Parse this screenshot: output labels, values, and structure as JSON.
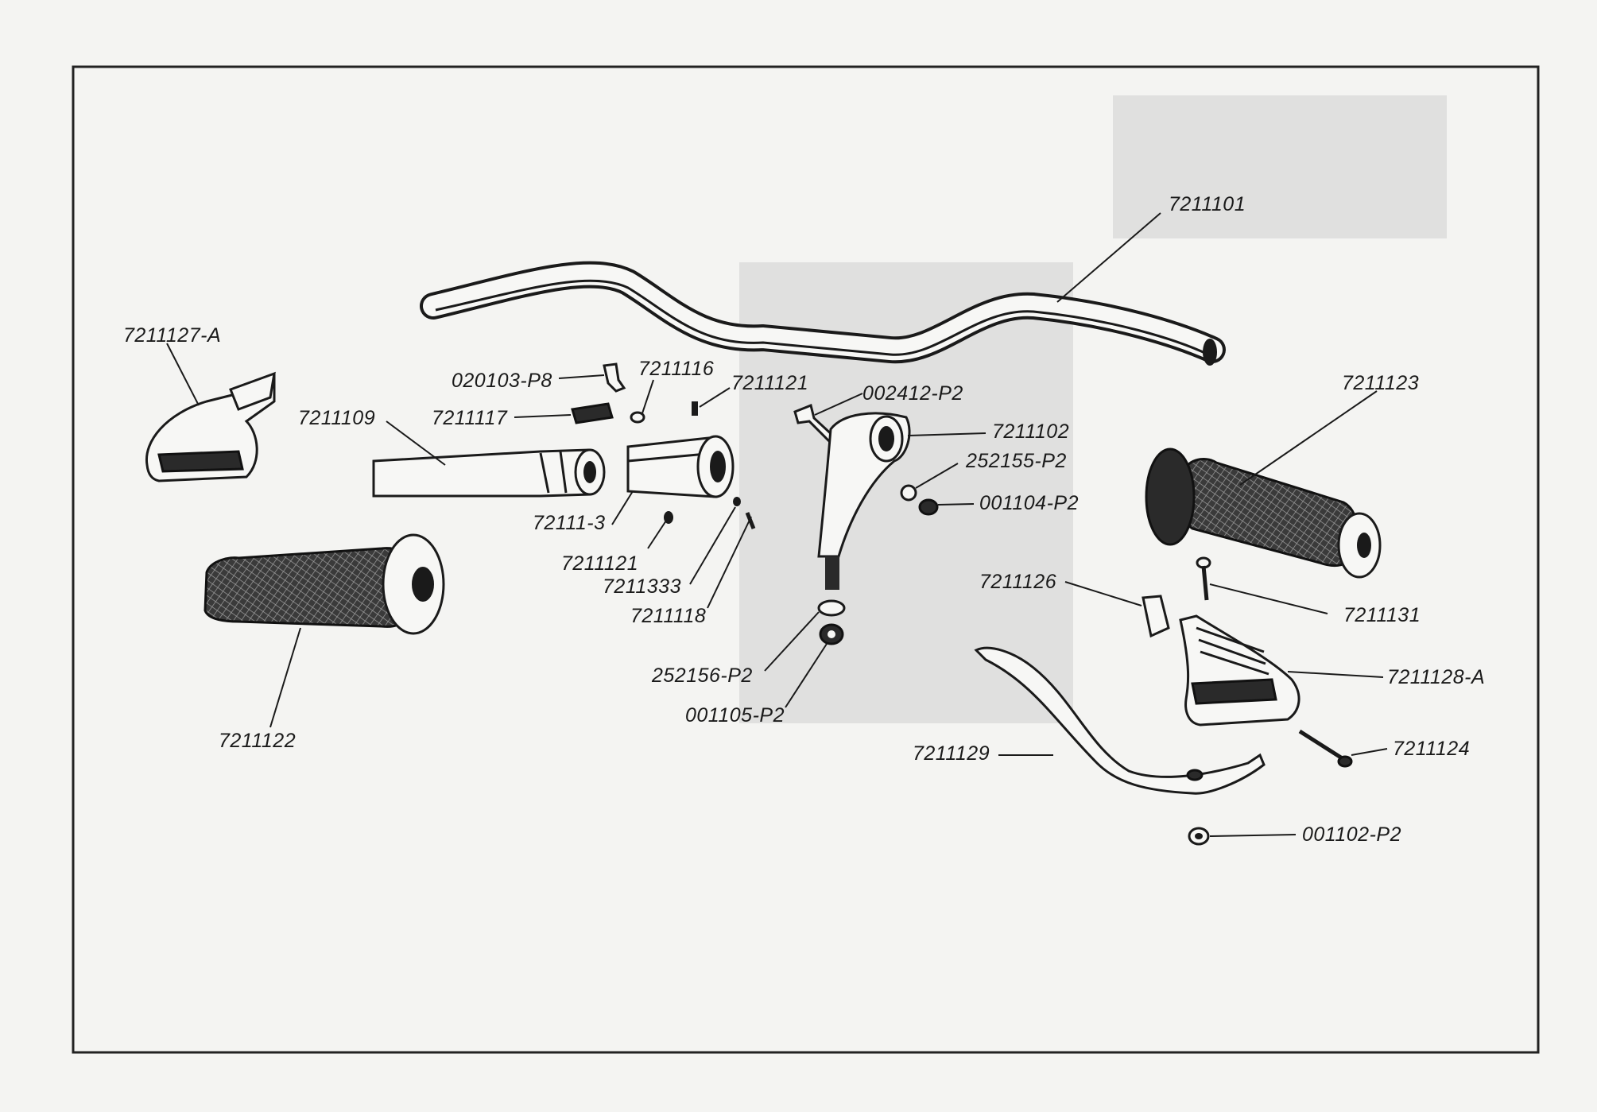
{
  "labels": {
    "handlebar": "7211101",
    "lever_bracket_left": "7211127-A",
    "nipple": "020103-P8",
    "spring_small": "7211116",
    "pin": "7211121",
    "bolt": "002412-P2",
    "throttle_tube": "7211109",
    "slider": "7211117",
    "throttle_clamp_arm": "7211102",
    "washer_upper": "252155-P2",
    "nut_upper": "001104-P2",
    "grip_right": "7211123",
    "sleeve": "72111-3",
    "pin_lower": "7211121",
    "screw_small": "7211333",
    "screw_set": "7211118",
    "lever_block": "7211126",
    "lever_pivot_pin": "7211131",
    "grip_left": "7211122",
    "washer_lower": "252156-P2",
    "nut_lower": "001105-P2",
    "lever_bracket_right": "7211128-A",
    "lever": "7211129",
    "lever_bolt": "7211124",
    "lever_nut": "001102-P2"
  },
  "colors": {
    "ink": "#1a1a1a",
    "paper": "#f4f4f2"
  }
}
